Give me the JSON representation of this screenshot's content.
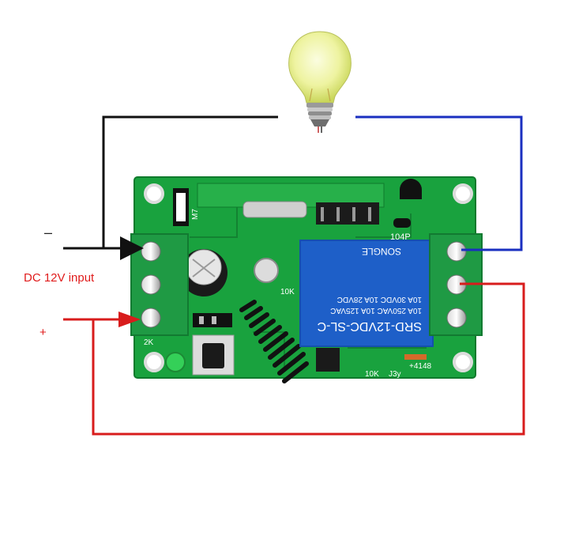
{
  "labels": {
    "negative": "–",
    "input": "DC 12V input",
    "positive": "+"
  },
  "board": {
    "relay_model": "SRD-12VDC-SL-C",
    "relay_rating_1": "10A 250VAC  10A 125VAC",
    "relay_rating_2": "10A 30VDC  10A 28VDC",
    "relay_brand": "SONGLE",
    "silk_104p": "104P",
    "silk_2k": "2K",
    "silk_10k_top": "10K",
    "silk_10k_bottom": "10K",
    "silk_j3": "J3y",
    "silk_4148": "+4148",
    "silk_m7": "M7"
  },
  "colors": {
    "board_green": "#19a23e",
    "terminal_green": "#1f9a44",
    "relay_blue": "#1e5fc8",
    "wire_black": "#111111",
    "wire_red": "#d81c1c",
    "wire_blue": "#1a2fc0",
    "label_red": "#e01b1b"
  },
  "icons": [
    "light-bulb-icon",
    "arrow-right-icon"
  ]
}
